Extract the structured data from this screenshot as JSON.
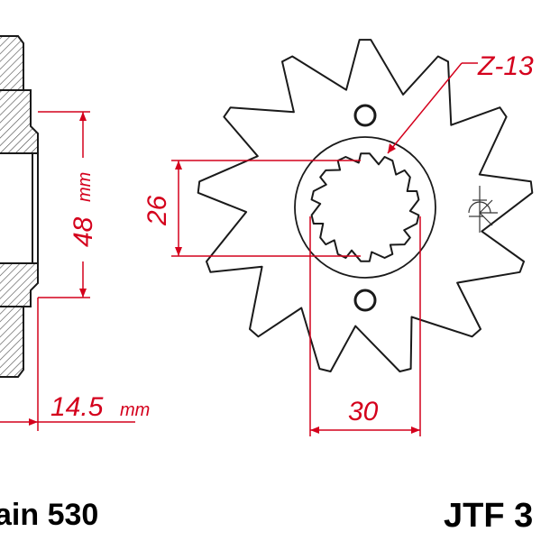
{
  "drawing": {
    "tooth_count_label": "Z-13",
    "thickness_value": "48",
    "thickness_unit": "mm",
    "offset_value": "14.5",
    "offset_unit": "mm",
    "spline_inner_value": "26",
    "spline_outer_value": "30",
    "chain_label": "ain 530",
    "part_number_label": "JTF 3"
  },
  "colors": {
    "dimension": "#d4001c",
    "outline": "#1a1a1a",
    "hatch": "#333333"
  },
  "icons": {
    "logo": "sun-rays-logo-icon"
  }
}
